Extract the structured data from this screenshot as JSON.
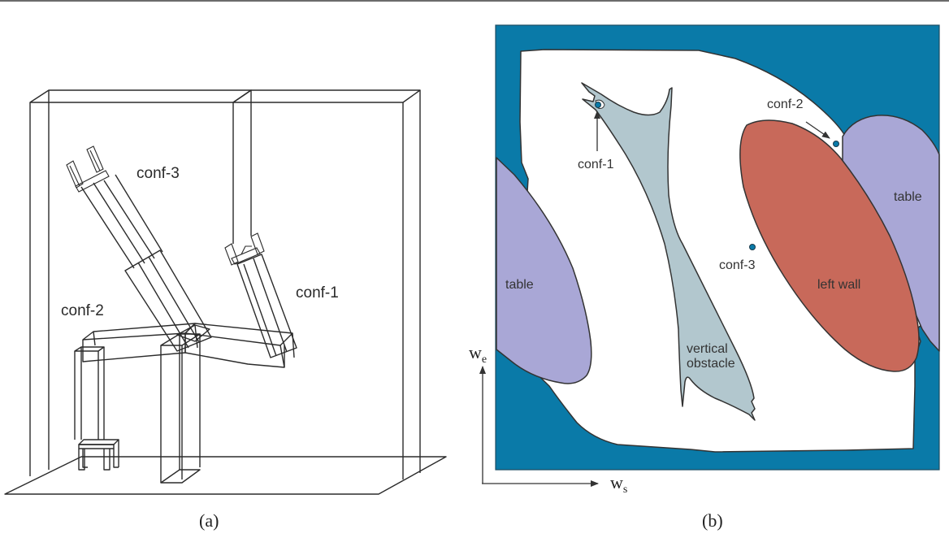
{
  "figure": {
    "panel_a": {
      "caption": "(a)",
      "labels": {
        "conf_1": "conf-1",
        "conf_2": "conf-2",
        "conf_3": "conf-3"
      }
    },
    "panel_b": {
      "caption": "(b)",
      "axes": {
        "x_label": "w",
        "x_sub": "s",
        "y_label": "w",
        "y_sub": "e"
      },
      "regions": {
        "table_left": "table",
        "table_right": "table",
        "left_wall": "left wall",
        "vertical_obstacle_line1": "vertical",
        "vertical_obstacle_line2": "obstacle"
      },
      "points": {
        "conf_1": "conf-1",
        "conf_2": "conf-2",
        "conf_3": "conf-3"
      },
      "colors": {
        "forbidden": "#0a7aa8",
        "free": "#ffffff",
        "table": "#a9a7d6",
        "left_wall": "#c8695a",
        "vertical_obstacle": "#b2c7ce",
        "point": "#0a7aa8"
      }
    }
  }
}
